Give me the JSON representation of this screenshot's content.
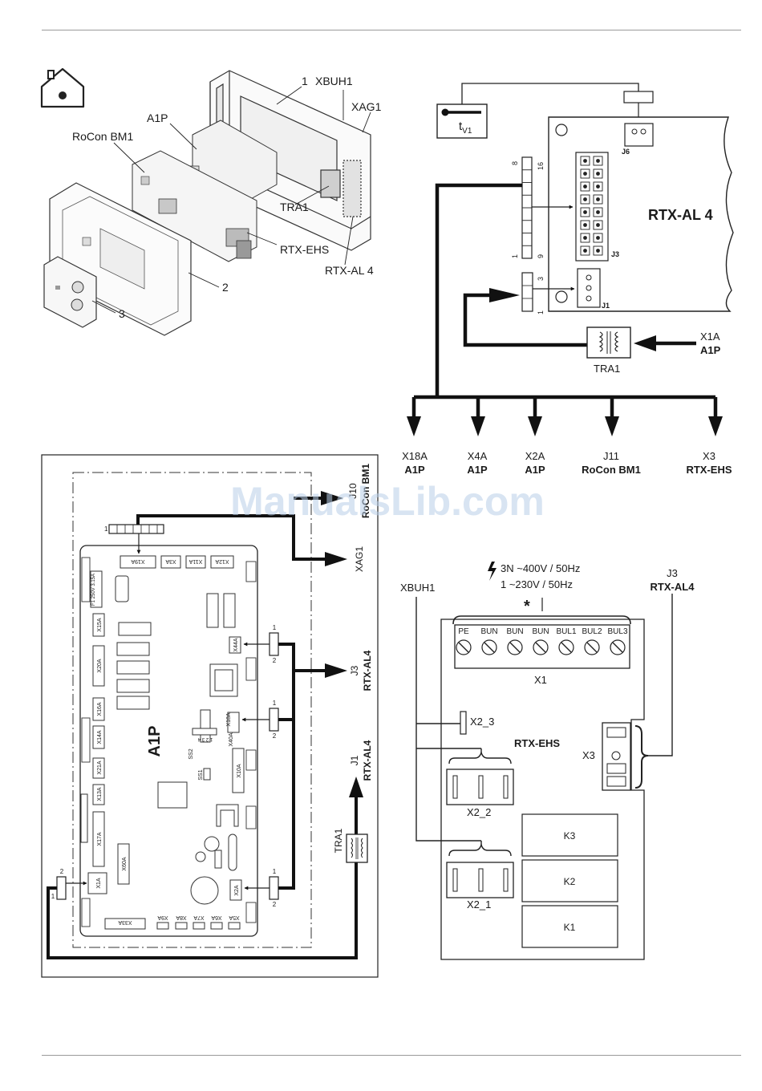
{
  "page": {
    "watermark": "ManualsLib.com"
  },
  "exploded_view": {
    "house_icon": "house-icon",
    "callouts": {
      "n1": "1",
      "xbuh1": "XBUH1",
      "xag1": "XAG1",
      "a1p": "A1P",
      "rocon": "RoCon BM1",
      "tra1": "TRA1",
      "rtx_ehs": "RTX-EHS",
      "rtx_al4": "RTX-AL 4",
      "n2": "2",
      "n3": "3"
    }
  },
  "rtx_al4_diagram": {
    "sensor_label": "t",
    "sensor_sub": "V1",
    "board_title": "RTX-AL 4",
    "j6": "J6",
    "j3": "J3",
    "j1": "J1",
    "pin_8": "8",
    "pin_16": "16",
    "pin_1": "1",
    "pin_9": "9",
    "pin_3": "3",
    "pin_1b": "1",
    "tra1": "TRA1",
    "x1a_top": "X1A",
    "x1a_bottom": "A1P",
    "targets": [
      {
        "top": "X18A",
        "bottom": "A1P"
      },
      {
        "top": "X4A",
        "bottom": "A1P"
      },
      {
        "top": "X2A",
        "bottom": "A1P"
      },
      {
        "top": "J11",
        "bottom": "RoCon BM1"
      },
      {
        "top": "X3",
        "bottom": "RTX-EHS"
      }
    ]
  },
  "a1p_diagram": {
    "board_label": "A1P",
    "rocon_top": "J10",
    "rocon_bottom": "RoCon BM1",
    "xag1": "XAG1",
    "j3_top": "J3",
    "j3_bottom": "RTX-AL4",
    "j1_top": "J1",
    "j1_bottom": "RTX-AL4",
    "tra1": "TRA1",
    "connectors": {
      "x19a": "X19A",
      "x3a": "X3A",
      "x11a": "X11A",
      "x12a": "X12A",
      "x15a": "X15A",
      "x20a": "X20A",
      "x16a": "X16A",
      "x14a": "X14A",
      "x21a": "X21A",
      "x13a": "X13A",
      "x17a": "X17A",
      "x60a": "X60A",
      "x1a": "X1A",
      "x44a": "X44A",
      "x18a": "X18A",
      "x40a": "X40A",
      "x10a": "X10A",
      "x2a": "X2A",
      "x33a": "X33A",
      "x9a": "X9A",
      "x8a": "X8A",
      "x7a": "X7A",
      "x6a": "X6A",
      "x5a": "X5A"
    },
    "ss1": "SS1",
    "ss2": "SS2",
    "ss2_pins": "1 2 3 4",
    "fuse": "F1 250V 3.15A",
    "pin_one": "1",
    "pin_two": "2"
  },
  "rtx_ehs_diagram": {
    "supply_line1": "3N ~400V / 50Hz",
    "supply_line2": "1 ~230V / 50Hz",
    "asterisk": "*",
    "xbuh1": "XBUH1",
    "j3_top": "J3",
    "j3_bottom": "RTX-AL4",
    "terminals": [
      "PE",
      "BUN",
      "BUN",
      "BUN",
      "BUL1",
      "BUL2",
      "BUL3"
    ],
    "x1": "X1",
    "x2_3": "X2_3",
    "board_label": "RTX-EHS",
    "x3": "X3",
    "x2_2": "X2_2",
    "x2_1": "X2_1",
    "relays": [
      "K3",
      "K2",
      "K1"
    ]
  }
}
